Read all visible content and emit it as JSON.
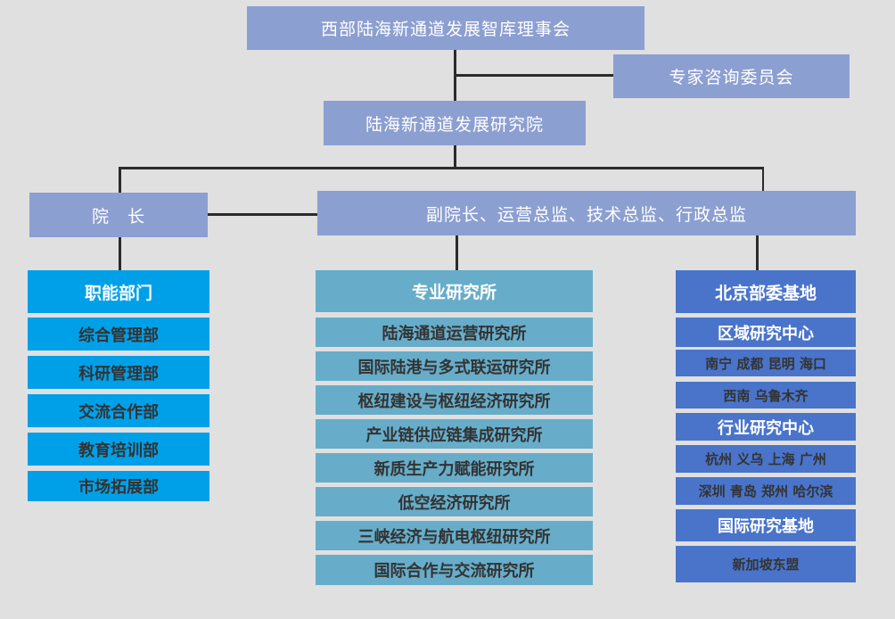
{
  "top": {
    "council": "西部陆海新通道发展智库理事会",
    "expert_committee": "专家咨询委员会",
    "institute": "陆海新通道发展研究院",
    "dean": "院　长",
    "deputies": "副院长、运营总监、技术总监、行政总监"
  },
  "functional": {
    "title": "职能部门",
    "items": [
      "综合管理部",
      "科研管理部",
      "交流合作部",
      "教育培训部",
      "市场拓展部"
    ]
  },
  "research": {
    "title": "专业研究所",
    "items": [
      "陆海通道运营研究所",
      "国际陆港与多式联运研究所",
      "枢纽建设与枢纽经济研究所",
      "产业链供应链集成研究所",
      "新质生产力赋能研究所",
      "低空经济研究所",
      "三峡经济与航电枢纽研究所",
      "国际合作与交流研究所"
    ]
  },
  "bases": {
    "title": "北京部委基地",
    "regional_title": "区域研究中心",
    "regional_items": [
      "南宁 成都 昆明 海口",
      "西南 乌鲁木齐"
    ],
    "industry_title": "行业研究中心",
    "industry_items": [
      "杭州 义乌 上海 广州",
      "深圳 青岛 郑州 哈尔滨"
    ],
    "intl_title": "国际研究基地",
    "intl_items": [
      "新加坡东盟"
    ]
  }
}
